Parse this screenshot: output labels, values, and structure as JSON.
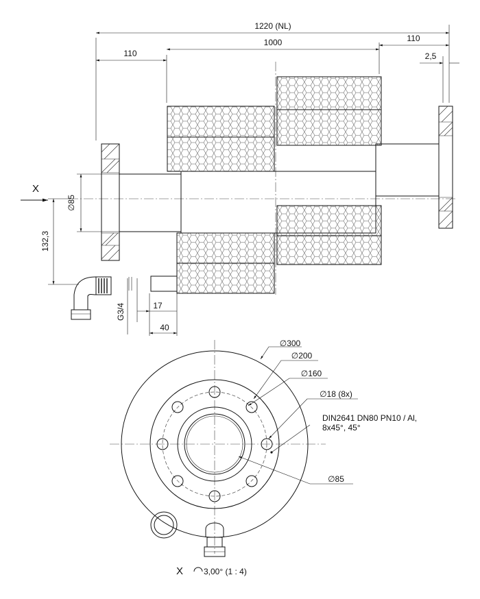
{
  "side_view": {
    "dim_overall": "1220 (NL)",
    "dim_left_flange": "110",
    "dim_body": "1000",
    "dim_right_flange": "110",
    "dim_gap": "2,5",
    "view_marker": "X",
    "dim_pipe_dia": "∅85",
    "dim_offset": "132,3",
    "dim_thread": "G3/4",
    "dim_17": "17",
    "dim_40": "40"
  },
  "end_view": {
    "dia_outer": "∅300",
    "dia_flange": "∅200",
    "dia_bolt_circle": "∅160",
    "dia_holes": "∅18 (8x)",
    "flange_spec_line1": "DIN2641 DN80 PN10 / Al,",
    "flange_spec_line2": "8x45°, 45°",
    "dia_pipe": "∅85",
    "view_label": "X",
    "view_rotation": "3,00° (1 : 4)"
  }
}
